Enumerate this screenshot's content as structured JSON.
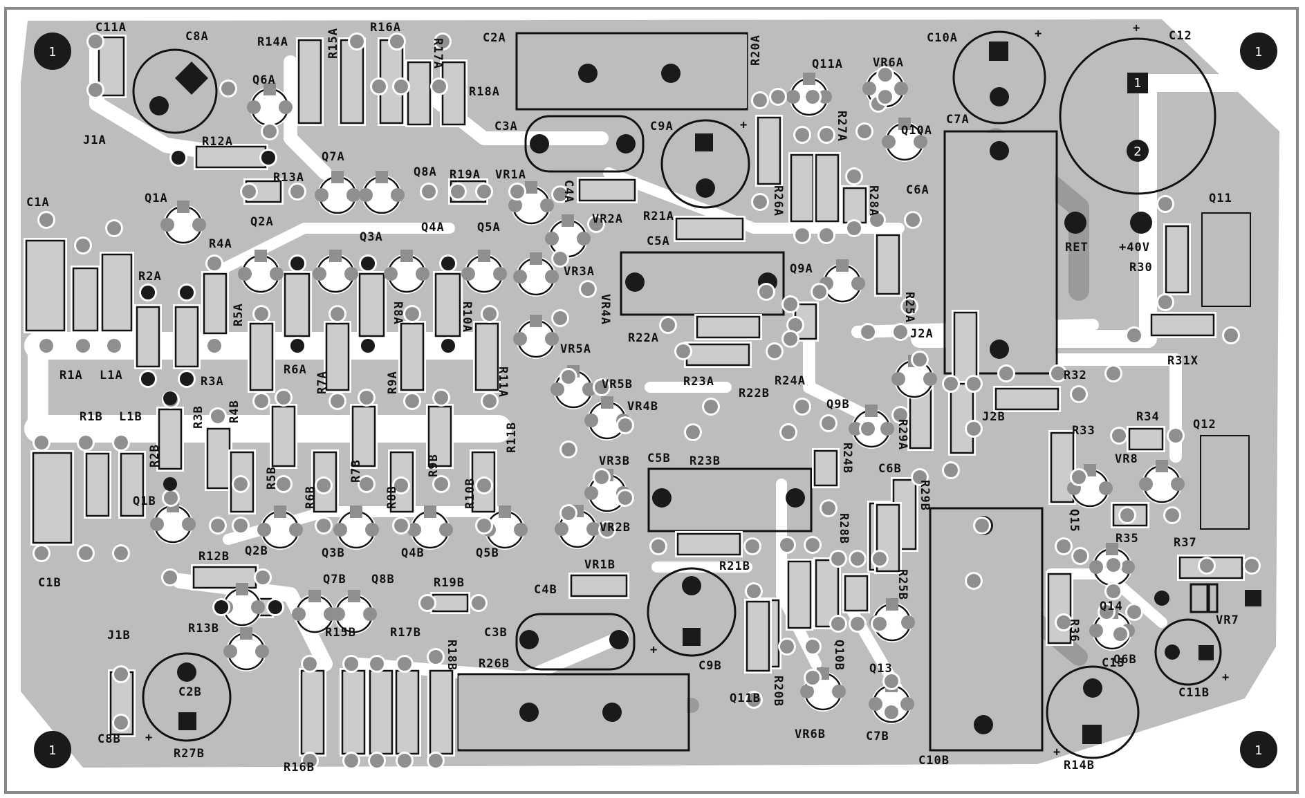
{
  "board": {
    "colors": {
      "background": "#ffffff",
      "outline": "#888888",
      "copper": "#bdbdbd",
      "pad": "#8f8f8f",
      "silkscreen": "#111111",
      "hole": "#1a1a1a"
    },
    "mounting_hole_label": "1",
    "connector_pins": {
      "pin1": "1",
      "pin2": "2"
    },
    "labels": [
      "C11A",
      "C8A",
      "R14A",
      "R15A",
      "R16A",
      "R17A",
      "C2A",
      "R20A",
      "Q11A",
      "VR6A",
      "C10A",
      "C12",
      "Q6A",
      "R18A",
      "C3A",
      "C9A",
      "C7A",
      "J1A",
      "R12A",
      "Q7A",
      "Q8A",
      "R13A",
      "R19A",
      "VR1A",
      "C4A",
      "R27A",
      "Q10A",
      "R26A",
      "R28A",
      "C6A",
      "C1A",
      "Q1A",
      "Q2A",
      "Q3A",
      "Q4A",
      "Q5A",
      "VR2A",
      "R21A",
      "C5A",
      "RET",
      "+40V",
      "Q11",
      "R30",
      "R4A",
      "R2A",
      "VR3A",
      "VR4A",
      "R5A",
      "R8A",
      "R10A",
      "Q9A",
      "R25A",
      "VR5A",
      "R1A",
      "L1A",
      "R6A",
      "R3A",
      "R22A",
      "R23A",
      "R24A",
      "J2A",
      "R31X",
      "R9A",
      "R11A",
      "R7A",
      "VR5B",
      "R32",
      "R1B",
      "L1B",
      "R3B",
      "R4B",
      "R22B",
      "Q9B",
      "VR4B",
      "R29A",
      "J2B",
      "R34",
      "Q12",
      "R2B",
      "R5B",
      "R6B",
      "R7B",
      "R8B",
      "R9B",
      "R10B",
      "R11B",
      "VR3B",
      "C5B",
      "R23B",
      "R24B",
      "C6B",
      "R29B",
      "R33",
      "VR8",
      "C1B",
      "Q1B",
      "Q2B",
      "Q3B",
      "Q4B",
      "Q5B",
      "VR2B",
      "R28B",
      "Q15",
      "R35",
      "R37",
      "R12B",
      "Q7B",
      "Q8B",
      "R19B",
      "VR1B",
      "R21B",
      "R25B",
      "J1B",
      "C4B",
      "C3B",
      "R13B",
      "R15B",
      "R17B",
      "R18B",
      "C9B",
      "R36",
      "Q14",
      "VR7",
      "Q6B",
      "C2B",
      "R26B",
      "Q10B",
      "Q13",
      "C13",
      "C11B",
      "C8B",
      "R27B",
      "R20B",
      "Q11B",
      "VR6B",
      "C7B",
      "C10B",
      "R14B",
      "R16B"
    ]
  }
}
